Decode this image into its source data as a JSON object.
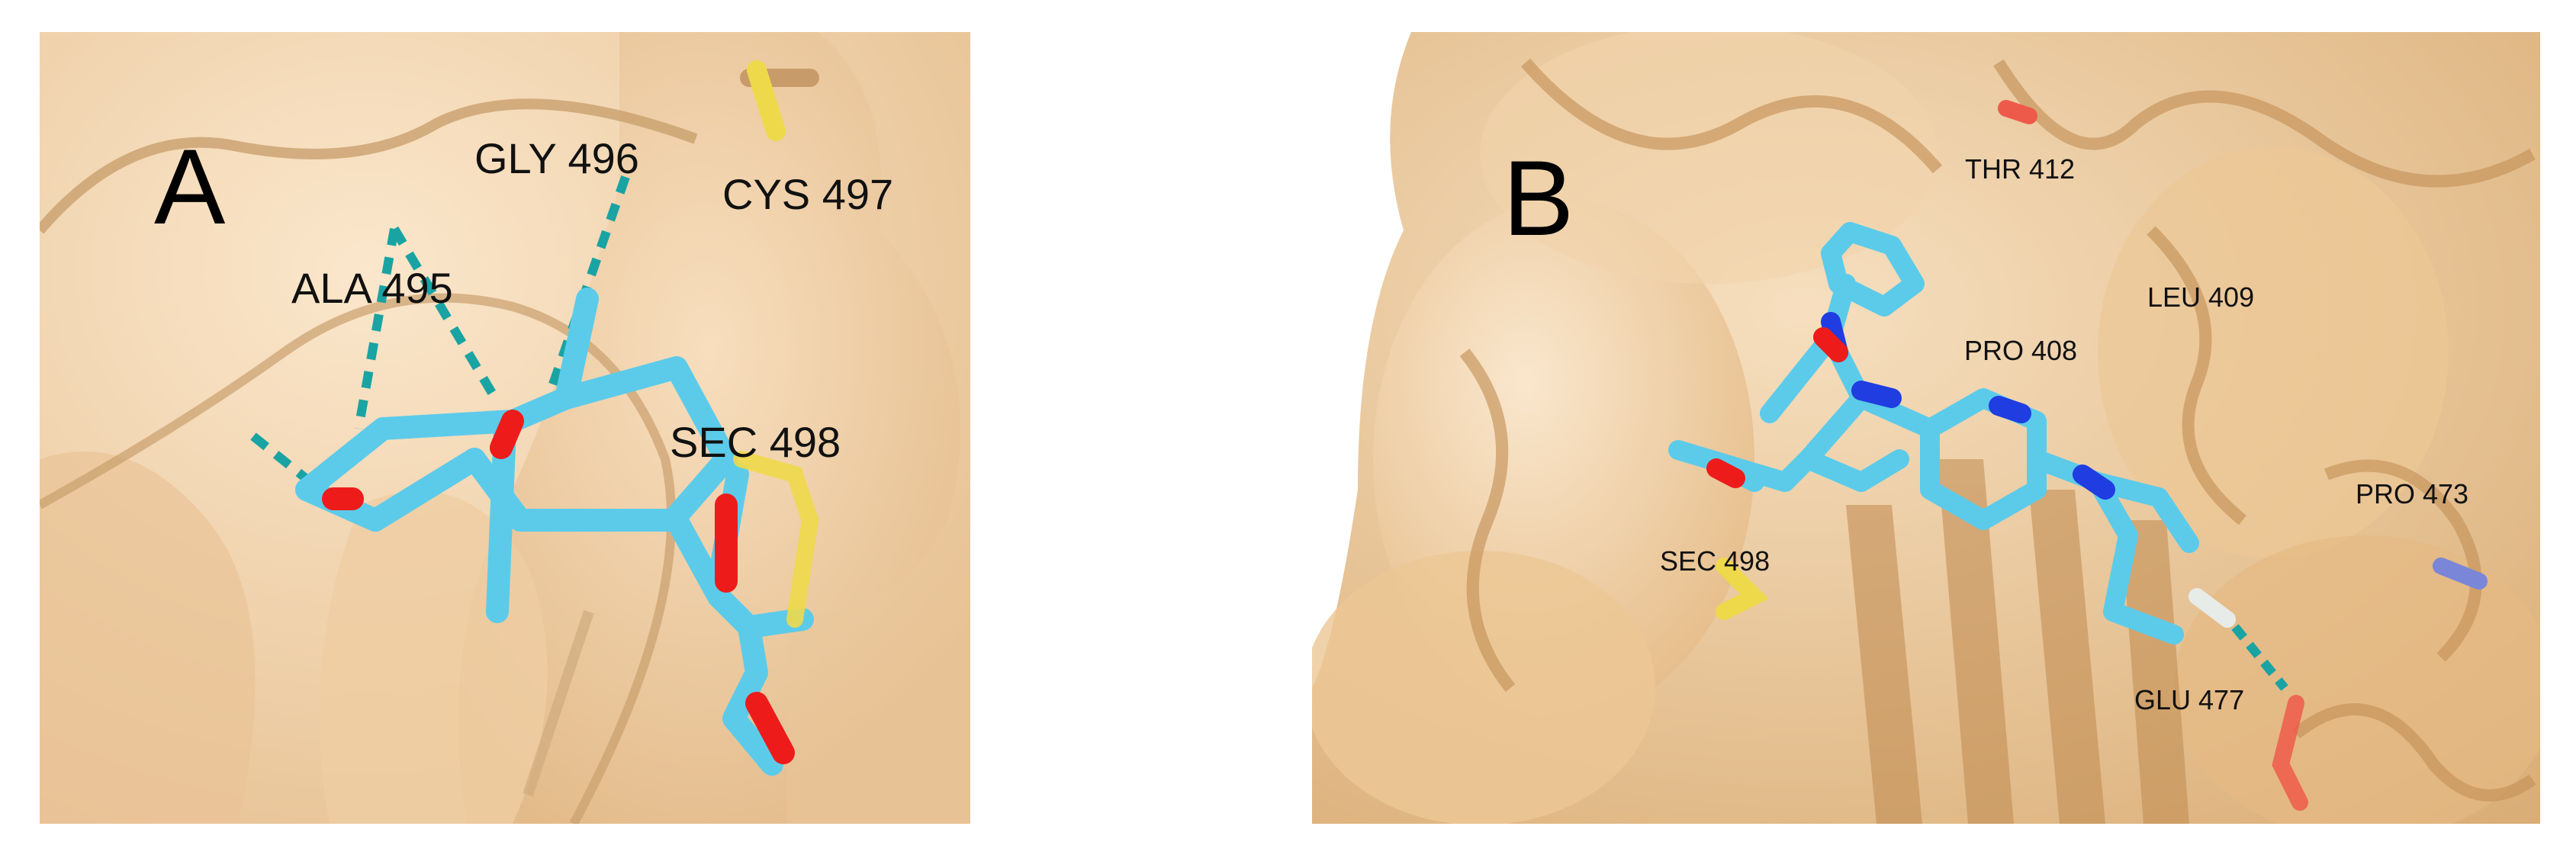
{
  "panels": [
    {
      "letter": "A",
      "residues": [
        "GLY 496",
        "CYS 497",
        "ALA 495",
        "SEC 498"
      ],
      "colors": {
        "surface": "#f2d3aa",
        "ribbon": "#c9a06e",
        "ligand_carbon": "#5ccbea",
        "oxygen": "#ee1b1b",
        "sulfur": "#eed94a",
        "hbond": "#1aa3a3"
      }
    },
    {
      "letter": "B",
      "residues": [
        "THR 412",
        "LEU 409",
        "PRO 408",
        "PRO 473",
        "SEC 498",
        "GLU 477"
      ],
      "colors": {
        "surface": "#efcc9f",
        "ribbon": "#c49259",
        "ligand_carbon": "#5ccbea",
        "nitrogen": "#1f3de0",
        "oxygen": "#ee1b1b",
        "sulfur": "#eed94a",
        "hbond": "#1aa3a3"
      }
    }
  ]
}
